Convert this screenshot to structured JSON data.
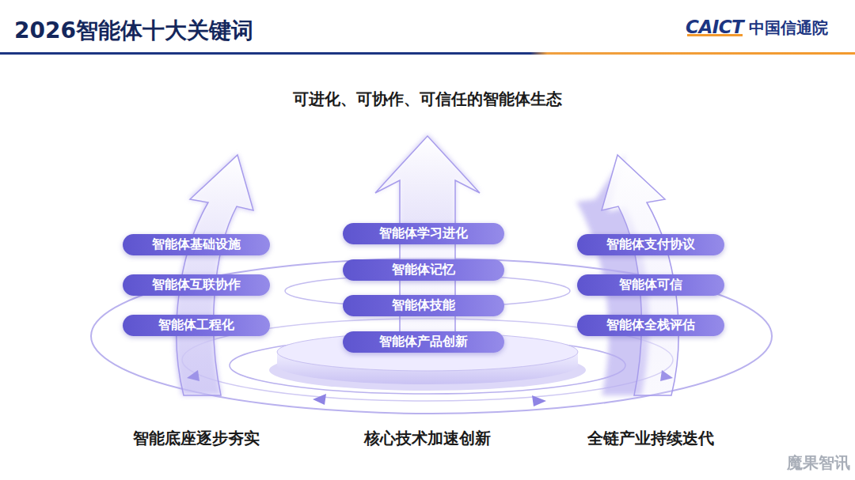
{
  "diagram": {
    "title": "2026智能体十大关键词",
    "nodes": [
      {
        "text": [
          "智能体基础设施"
        ]
      },
      {
        "text": [
          "智能体互联协作"
        ]
      },
      {
        "text": [
          "智能体工程化"
        ]
      },
      {
        "text": [
          "智能体学习进化"
        ]
      },
      {
        "text": [
          "智能体记忆"
        ]
      },
      {
        "text": [
          "智能体技能"
        ]
      },
      {
        "text": [
          "智能体产品创新"
        ]
      },
      {
        "text": [
          "智能体支付协议"
        ]
      },
      {
        "text": [
          "智能体可信"
        ]
      },
      {
        "text": [
          "智能体全栈评估"
        ]
      }
    ],
    "labels": [
      "CAICT",
      "中国信通院",
      "可进化、可协作、可信任的智能体生态",
      "智能底座逐步夯实",
      "核心技术加速创新",
      "全链产业持续迭代",
      "魔果智讯"
    ]
  }
}
